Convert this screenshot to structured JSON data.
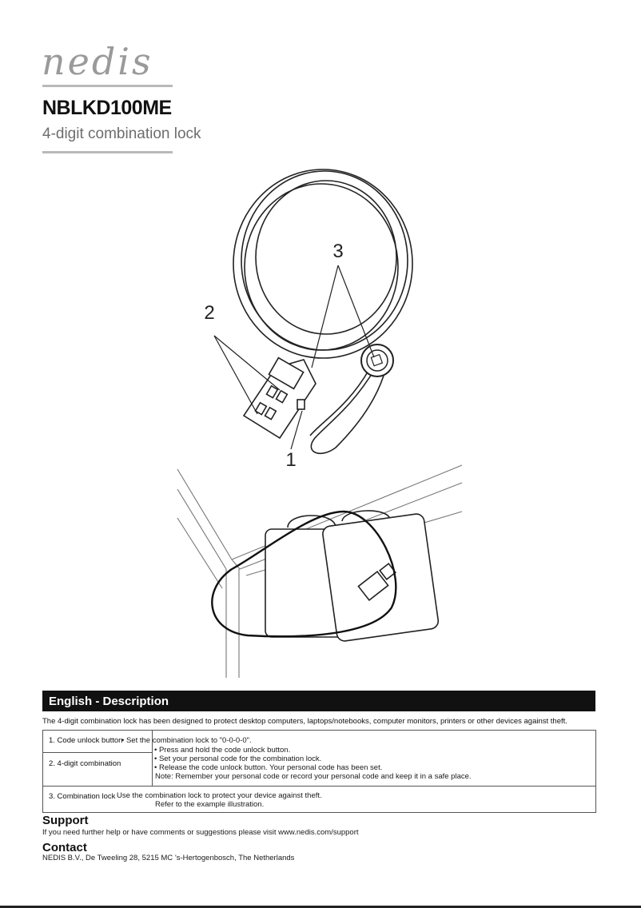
{
  "brand": {
    "logo_text": "nedis"
  },
  "header": {
    "model": "NBLKD100ME",
    "subtitle": "4-digit combination lock"
  },
  "figure": {
    "callouts": [
      "3",
      "2",
      "1"
    ]
  },
  "section": {
    "title": "English - Description"
  },
  "intro": "The 4-digit combination lock has been designed to protect desktop computers, laptops/notebooks, computer monitors, printers or other devices against theft.",
  "rows": [
    {
      "label": "1.  Code unlock button"
    },
    {
      "label": "2.  4-digit combination"
    },
    {
      "label": "3.  Combination lock"
    }
  ],
  "instructions": {
    "step1": "•  Set the combination lock to \"0-0-0-0\".",
    "step2": "•  Press and hold the code unlock button.",
    "step3": "•  Set your personal code for the combination lock.",
    "step4": "•  Release the code unlock button. Your personal code has been set.",
    "note": "Note: Remember your personal code or record your personal code and keep it in a safe place.",
    "use1": "Use the combination lock to protect your device against theft.",
    "use2": "Refer to the example illustration."
  },
  "support": {
    "heading": "Support",
    "text": "If you need further help or have comments or suggestions please visit www.nedis.com/support"
  },
  "contact": {
    "heading": "Contact",
    "text": "NEDIS B.V., De Tweeling 28, 5215 MC ’s-Hertogenbosch, The Netherlands"
  }
}
